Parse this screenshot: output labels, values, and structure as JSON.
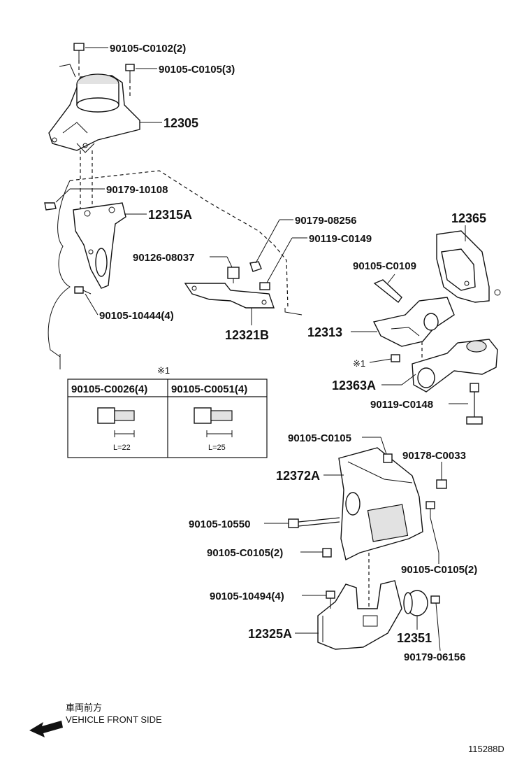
{
  "parts": {
    "p90105_C0102": "90105-C0102(2)",
    "p90105_C0105_3": "90105-C0105(3)",
    "p12305": "12305",
    "p90179_10108": "90179-10108",
    "p12315A": "12315A",
    "p90126_08037": "90126-08037",
    "p90105_10444": "90105-10444(4)",
    "p90179_08256": "90179-08256",
    "p90119_C0149": "90119-C0149",
    "p12321B": "12321B",
    "p12365": "12365",
    "p90105_C0109": "90105-C0109",
    "p12313": "12313",
    "p12363A": "12363A",
    "p90119_C0148": "90119-C0148",
    "p90105_C0105_a": "90105-C0105",
    "p90178_C0033": "90178-C0033",
    "p12372A": "12372A",
    "p90105_10550": "90105-10550",
    "p90105_C0105_2a": "90105-C0105(2)",
    "p90105_C0105_2b": "90105-C0105(2)",
    "p90105_10494": "90105-10494(4)",
    "p12325A": "12325A",
    "p12351": "12351",
    "p90179_06156": "90179-06156"
  },
  "note_mark": "※1",
  "note_table": {
    "col1_header": "90105-C0026(4)",
    "col2_header": "90105-C0051(4)",
    "col1_length": "L=22",
    "col2_length": "L=25"
  },
  "front": {
    "jp": "車両前方",
    "en": "VEHICLE FRONT SIDE"
  },
  "figure_id": "115288D"
}
